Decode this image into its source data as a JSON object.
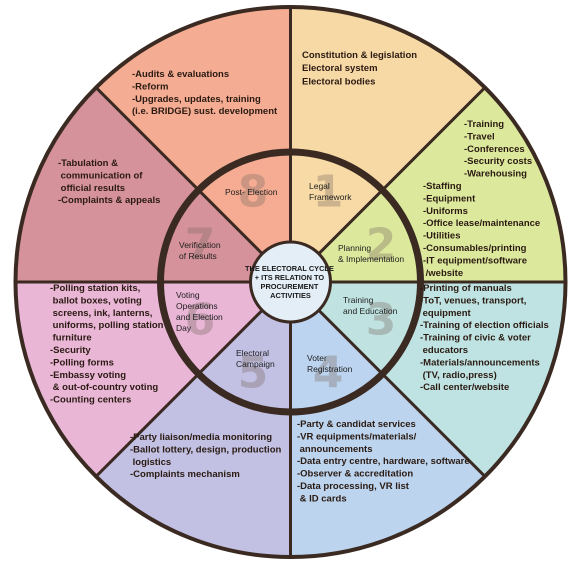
{
  "center": {
    "lines": [
      "THE ELECTORAL CYCLE",
      "+ ITS RELATION TO",
      "PROCUREMENT",
      "ACTIVITIES"
    ]
  },
  "colors": {
    "c1": "#f7d9a6",
    "c2": "#dce99d",
    "c3": "#bfe3e2",
    "c4": "#bcd4ee",
    "c5": "#c2c0e3",
    "c6": "#e9b6d6",
    "c7": "#d6929a",
    "c8": "#f4ac93",
    "outline": "#3a2a22",
    "center": "#e4eef6"
  },
  "segments": [
    {
      "number": "1",
      "inner": [
        "Legal",
        "Framework"
      ],
      "outer": [
        "Constitution & legislation",
        "",
        "Electoral system",
        "",
        "Electoral bodies"
      ]
    },
    {
      "number": "2",
      "inner": [
        "Planning",
        "& Implementation"
      ],
      "outer": [
        "-Training",
        "-Travel",
        "-Conferences",
        "-Security costs",
        "-Warehousing",
        "-Staffing",
        "-Equipment",
        "-Uniforms",
        "-Office lease/maintenance",
        "-Utilities",
        "-Consumables/printing",
        "-IT equipment/software",
        " /website"
      ]
    },
    {
      "number": "3",
      "inner": [
        "Training",
        "and Education"
      ],
      "outer": [
        "-Printing of manuals",
        "-ToT, venues, transport,",
        "  equipment",
        "-Training of election officials",
        "-Training of civic & voter",
        "  educators",
        "-Materials/announcements",
        "  (TV, radio,press)",
        "-Call center/website"
      ]
    },
    {
      "number": "4",
      "inner": [
        "Voter",
        "Registration"
      ],
      "outer": [
        "-Party & candidat services",
        "-VR equipments/materials/",
        "  announcements",
        "-Data entry centre, hardware, software",
        "-Observer & accreditation",
        "-Data processing, VR list",
        "  & ID cards"
      ]
    },
    {
      "number": "5",
      "inner": [
        "Electoral",
        "Campaign"
      ],
      "outer": [
        "-Party liaison/media monitoring",
        "-Ballot lottery, design, production",
        "  logistics",
        "-Complaints mechanism"
      ]
    },
    {
      "number": "6",
      "inner": [
        "Voting",
        "Operations",
        "and Election",
        "Day"
      ],
      "outer": [
        "-Polling station kits,",
        " ballot boxes, voting",
        " screens, ink, lanterns,",
        " uniforms, polling station",
        " furniture",
        "-Security",
        "-Polling forms",
        "-Embassy voting",
        " & out-of-country voting",
        "-Counting centers"
      ]
    },
    {
      "number": "7",
      "inner": [
        "Verification",
        "of Results"
      ],
      "outer": [
        "-Tabulation &",
        " communication of",
        " official results",
        "-Complaints & appeals"
      ]
    },
    {
      "number": "8",
      "inner": [
        "Post- Election"
      ],
      "outer": [
        "-Audits & evaluations",
        "-Reform",
        "-Upgrades, updates, training",
        "(i.e. BRIDGE) sust. development"
      ]
    }
  ]
}
